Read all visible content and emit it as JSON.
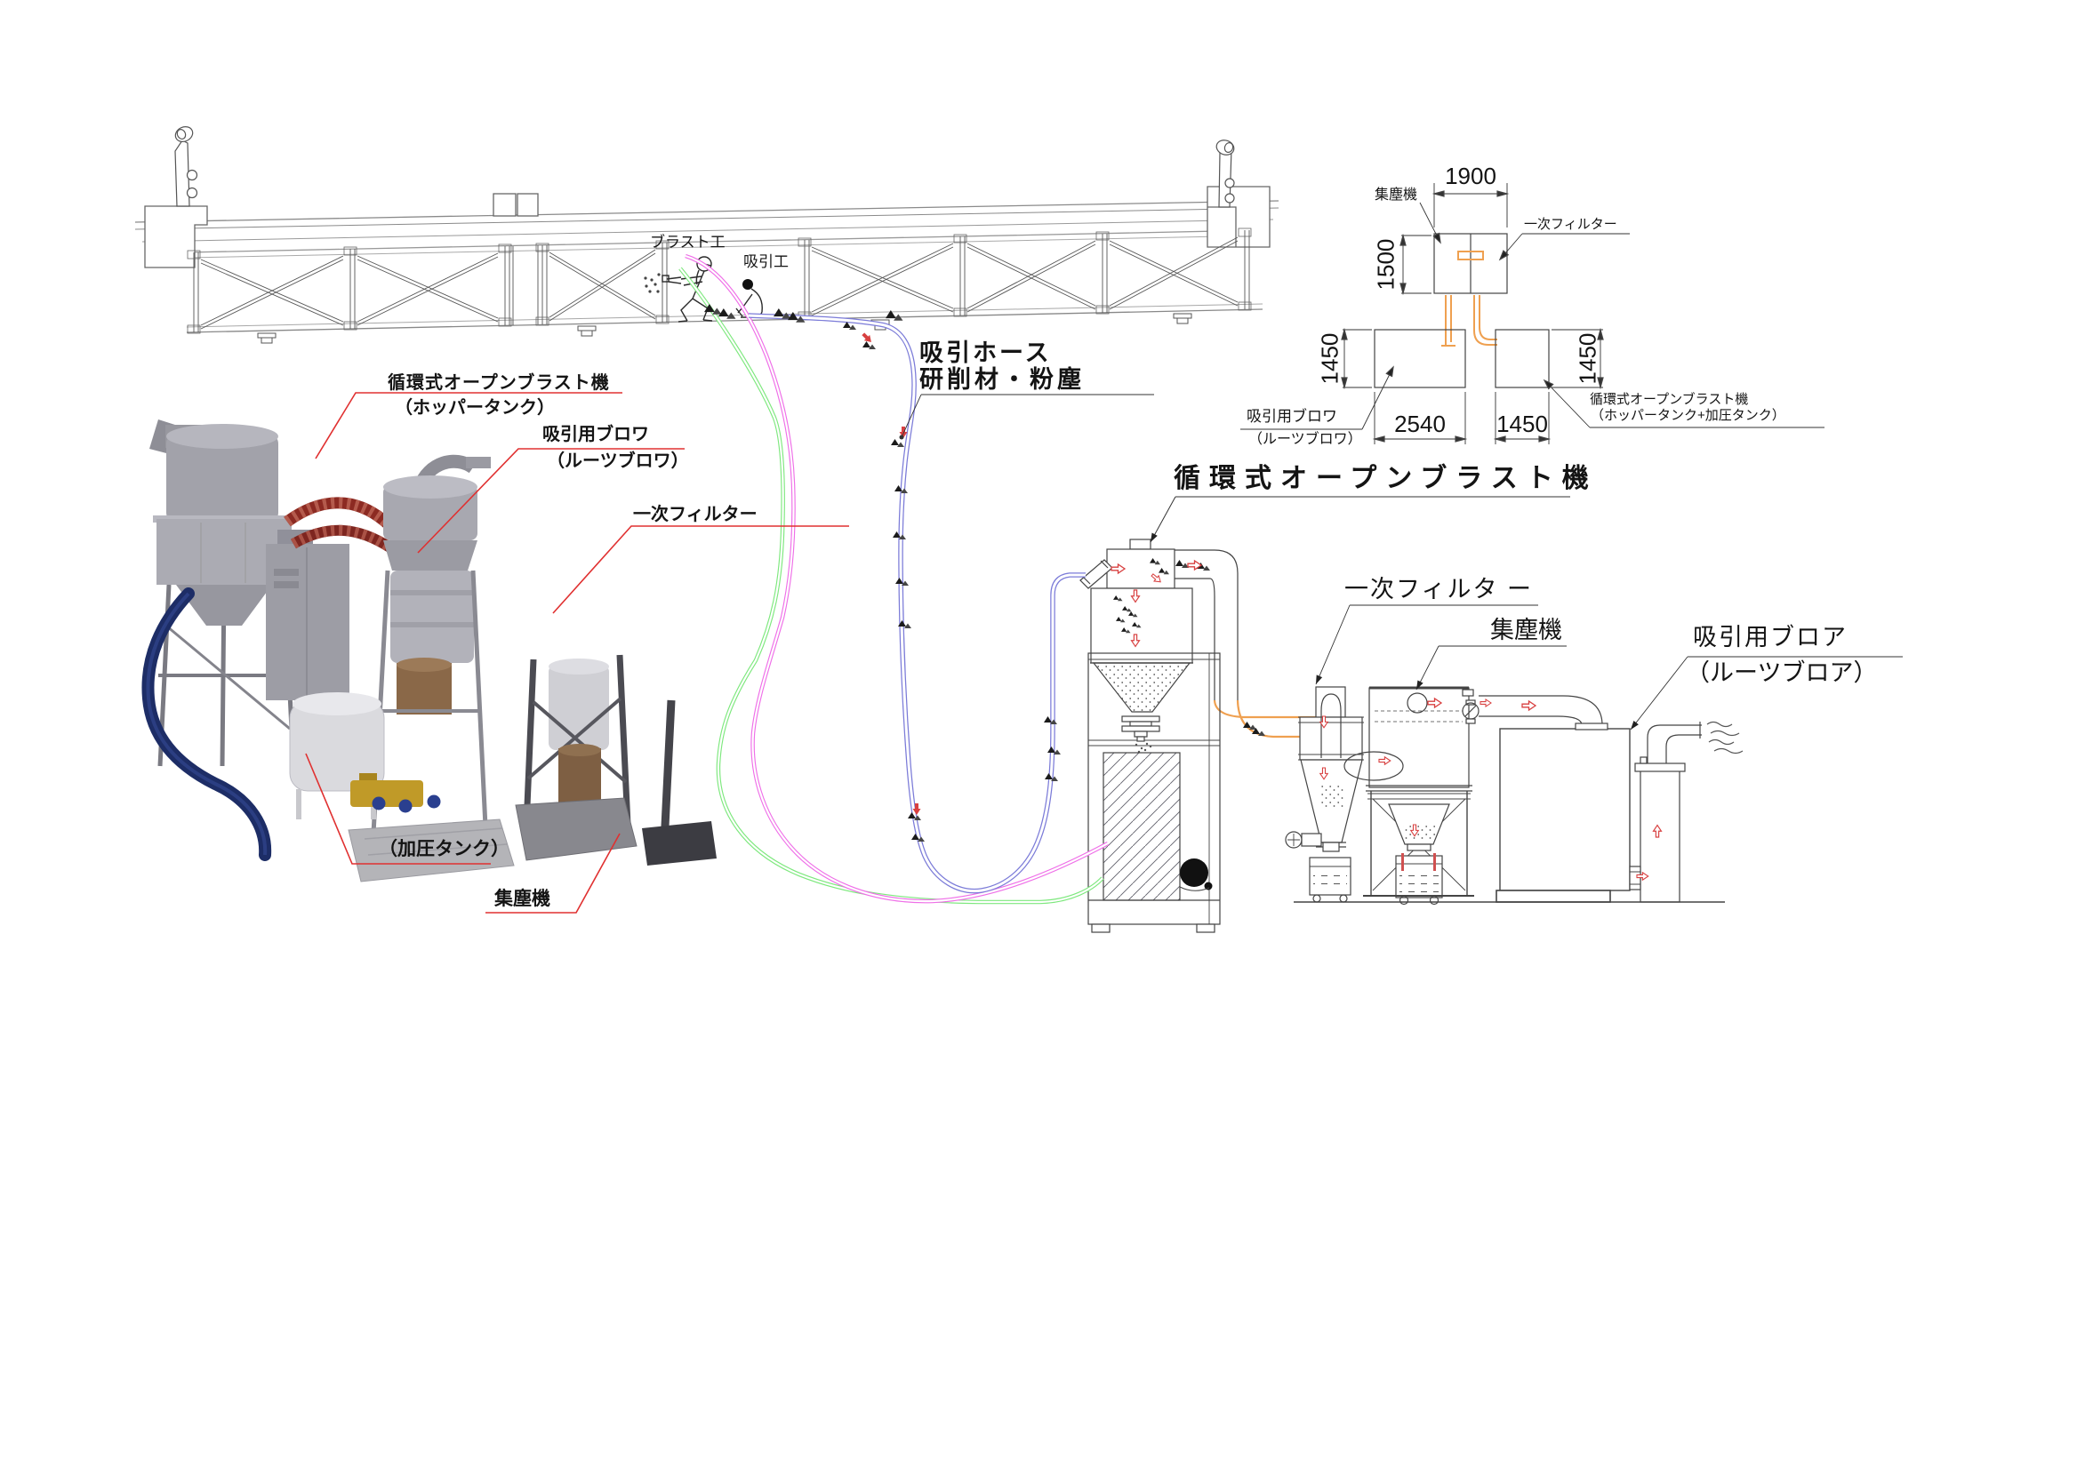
{
  "bridge": {
    "blast_worker": "ブラスト工",
    "suction_worker": "吸引工"
  },
  "hose_callout": {
    "line1": "吸引ホース",
    "line2": "研削材・粉塵"
  },
  "photo_labels": {
    "blast_machine_line1": "循環式オープンブラスト機",
    "blast_machine_line2": "（ホッパータンク）",
    "blower_line1": "吸引用ブロワ",
    "blower_line2": "（ルーツブロワ）",
    "primary_filter": "一次フィルター",
    "pressure_tank": "（加圧タンク）",
    "dust_collector": "集塵機"
  },
  "schematic_labels": {
    "system_title": "循環式オープンブラスト機",
    "primary_filter": "一次フィルタ ー",
    "dust_collector": "集塵機",
    "blower_line1": "吸引用ブロア",
    "blower_line2": "（ルーツブロア）"
  },
  "dimension_drawing": {
    "dust_collector": "集塵機",
    "primary_filter": "一次フィルター",
    "blower_line1": "吸引用ブロワ",
    "blower_line2": "（ルーツブロワ）",
    "blast_machine_line1": "循環式オープンブラスト機",
    "blast_machine_line2": "（ホッパータンク+加圧タンク）",
    "width_top": "1900",
    "height_top": "1500",
    "height_left": "1450",
    "width_left": "2540",
    "width_right": "1450",
    "height_right": "1450"
  },
  "colors": {
    "leader_red": "#e03030",
    "hose_green": "#7de87d",
    "hose_magenta": "#ef6fe8",
    "hose_blue": "#7b7bd8",
    "pipe_orange": "#efa050",
    "arrow_red": "#d84040",
    "line": "#3a3a3a"
  }
}
